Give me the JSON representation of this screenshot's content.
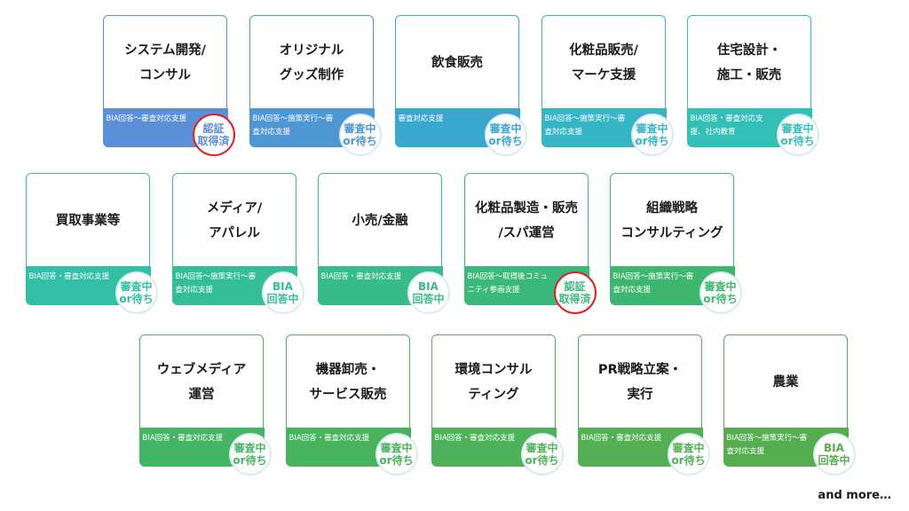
{
  "cards": [
    {
      "title": "システム開発/\nコンサル",
      "desc": "BIA回答～審査対応支援",
      "badge": "認証\n取得済",
      "cert": true,
      "color": "#5b8fd6"
    },
    {
      "title": "オリジナル\nグッズ制作",
      "desc": "BIA回答～施策実行～審査対応支援",
      "badge": "審査中\nor待ち",
      "cert": false,
      "color": "#4f97d2"
    },
    {
      "title": "飲食販売",
      "desc": "審査対応支援",
      "badge": "審査中\nor待ち",
      "cert": false,
      "color": "#3aa7cf"
    },
    {
      "title": "化粧品販売/\nマーケ支援",
      "desc": "BIA回答～施策実行～審査対応支援",
      "badge": "審査中\nor待ち",
      "cert": false,
      "color": "#36b5c4"
    },
    {
      "title": "住宅設計・\n施工・販売",
      "desc": "BIA回答・審査対応支援、社内教育",
      "badge": "審査中\nor待ち",
      "cert": false,
      "color": "#33bfb6"
    },
    {
      "title": "買取事業等",
      "desc": "BIA回答・審査対応支援",
      "badge": "審査中\nor待ち",
      "cert": false,
      "color": "#32bfa6"
    },
    {
      "title": "メディア/\nアパレル",
      "desc": "BIA回答～施策実行～審査対応支援",
      "badge": "BIA\n回答中",
      "cert": false,
      "color": "#34bd97"
    },
    {
      "title": "小売/金融",
      "desc": "BIA回答・審査対応支援",
      "badge": "BIA\n回答中",
      "cert": false,
      "color": "#37bb89"
    },
    {
      "title": "化粧品製造・販売\n/スパ運営",
      "desc": "BIA回答～取得後コミュニティ参画支援",
      "badge": "認証\n取得済",
      "cert": true,
      "color": "#3bb97c"
    },
    {
      "title": "組織戦略\nコンサルティング",
      "desc": "BIA回答～施策実行～審査対応支援",
      "badge": "審査中\nor待ち",
      "cert": false,
      "color": "#3fb66f"
    },
    {
      "title": "ウェブメディア\n運営",
      "desc": "BIA回答・審査対応支援",
      "badge": "審査中\nor待ち",
      "cert": false,
      "color": "#44b564"
    },
    {
      "title": "機器卸売・\nサービス販売",
      "desc": "BIA回答・審査対応支援",
      "badge": "審査中\nor待ち",
      "cert": false,
      "color": "#47b35d"
    },
    {
      "title": "環境コンサル\nティング",
      "desc": "BIA回答・審査対応支援",
      "badge": "審査中\nor待ち",
      "cert": false,
      "color": "#4db259"
    },
    {
      "title": "PR戦略立案・\n実行",
      "desc": "BIA回答・審査対応支援",
      "badge": "審査中\nor待ち",
      "cert": false,
      "color": "#53b055"
    },
    {
      "title": "農業",
      "desc": "BIA回答～施策実行～審査対応支援",
      "badge": "BIA\n回答中",
      "cert": false,
      "color": "#56ad50"
    }
  ],
  "more_label": "and more…"
}
